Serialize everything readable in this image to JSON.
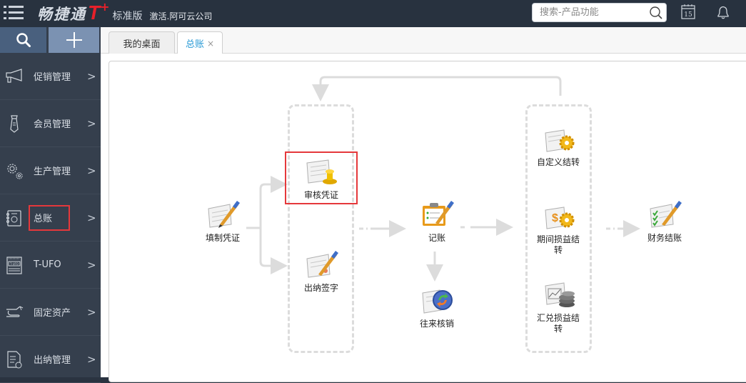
{
  "header": {
    "menu_icon": "hamburger-icon",
    "logo_text": "畅捷通",
    "logo_brand": "T",
    "logo_plus": "+",
    "edition": "标准版",
    "company": "激活.阿可云公司",
    "search": {
      "placeholder": "搜索-产品功能",
      "value": ""
    },
    "calendar_day": "15",
    "notification_icon": "bell-icon"
  },
  "sidebar": {
    "search_icon": "search-icon",
    "add_icon": "plus-icon",
    "items": [
      {
        "label": "促销管理",
        "icon": "megaphone-icon"
      },
      {
        "label": "会员管理",
        "icon": "tie-icon"
      },
      {
        "label": "生产管理",
        "icon": "gears-icon"
      },
      {
        "label": "总账",
        "icon": "ledger-icon",
        "highlighted": true
      },
      {
        "label": "T-UFO",
        "icon": "tufo-report-icon"
      },
      {
        "label": "固定资产",
        "icon": "asset-icon"
      },
      {
        "label": "出纳管理",
        "icon": "cashier-doc-icon"
      }
    ],
    "chevron": ">"
  },
  "tabs": [
    {
      "label": "我的桌面",
      "active": false
    },
    {
      "label": "总账",
      "active": true,
      "close": "×"
    }
  ],
  "flow": {
    "nodes": {
      "fill_voucher": "填制凭证",
      "audit_voucher": "审核凭证",
      "cashier_sign": "出纳签字",
      "post": "记账",
      "reconcile": "往来核销",
      "custom_transfer": "自定义结转",
      "period_pl_transfer": "期间损益结转",
      "fx_pl_transfer": "汇兑损益结转",
      "close_books": "财务结账"
    },
    "colors": {
      "highlight": "#e5383b",
      "connector": "#dcdcdc",
      "active_tab": "#2b9bd6"
    }
  }
}
